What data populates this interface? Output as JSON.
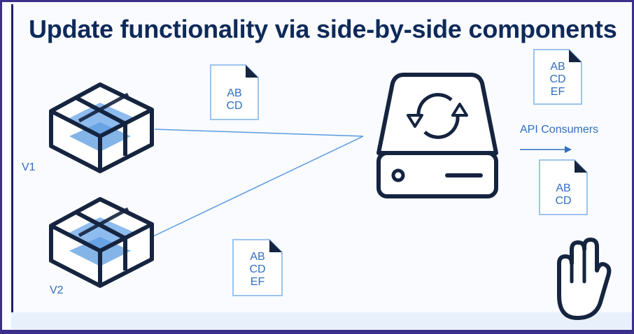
{
  "title": "Update functionality via side-by-side components",
  "labels": {
    "v1": "V1",
    "v2": "V2",
    "api_consumers": "API Consumers"
  },
  "documents": {
    "doc_top_left": [
      "AB",
      "CD"
    ],
    "doc_bottom_left": [
      "AB",
      "CD",
      "EF"
    ],
    "doc_top_right": [
      "AB",
      "CD",
      "EF"
    ],
    "doc_mid_right": [
      "AB",
      "CD"
    ]
  },
  "icons": {
    "component_v1": "package-box-icon",
    "component_v2": "package-box-icon",
    "server": "server-sync-icon",
    "consumer_blocked": "hand-stop-icon",
    "arrow": "arrow-right-icon"
  },
  "colors": {
    "title": "#0e2a5a",
    "accent": "#2f6fbf",
    "outline": "#15243f",
    "box_fill": "#5b9be0",
    "border": "#3b2f8a"
  }
}
